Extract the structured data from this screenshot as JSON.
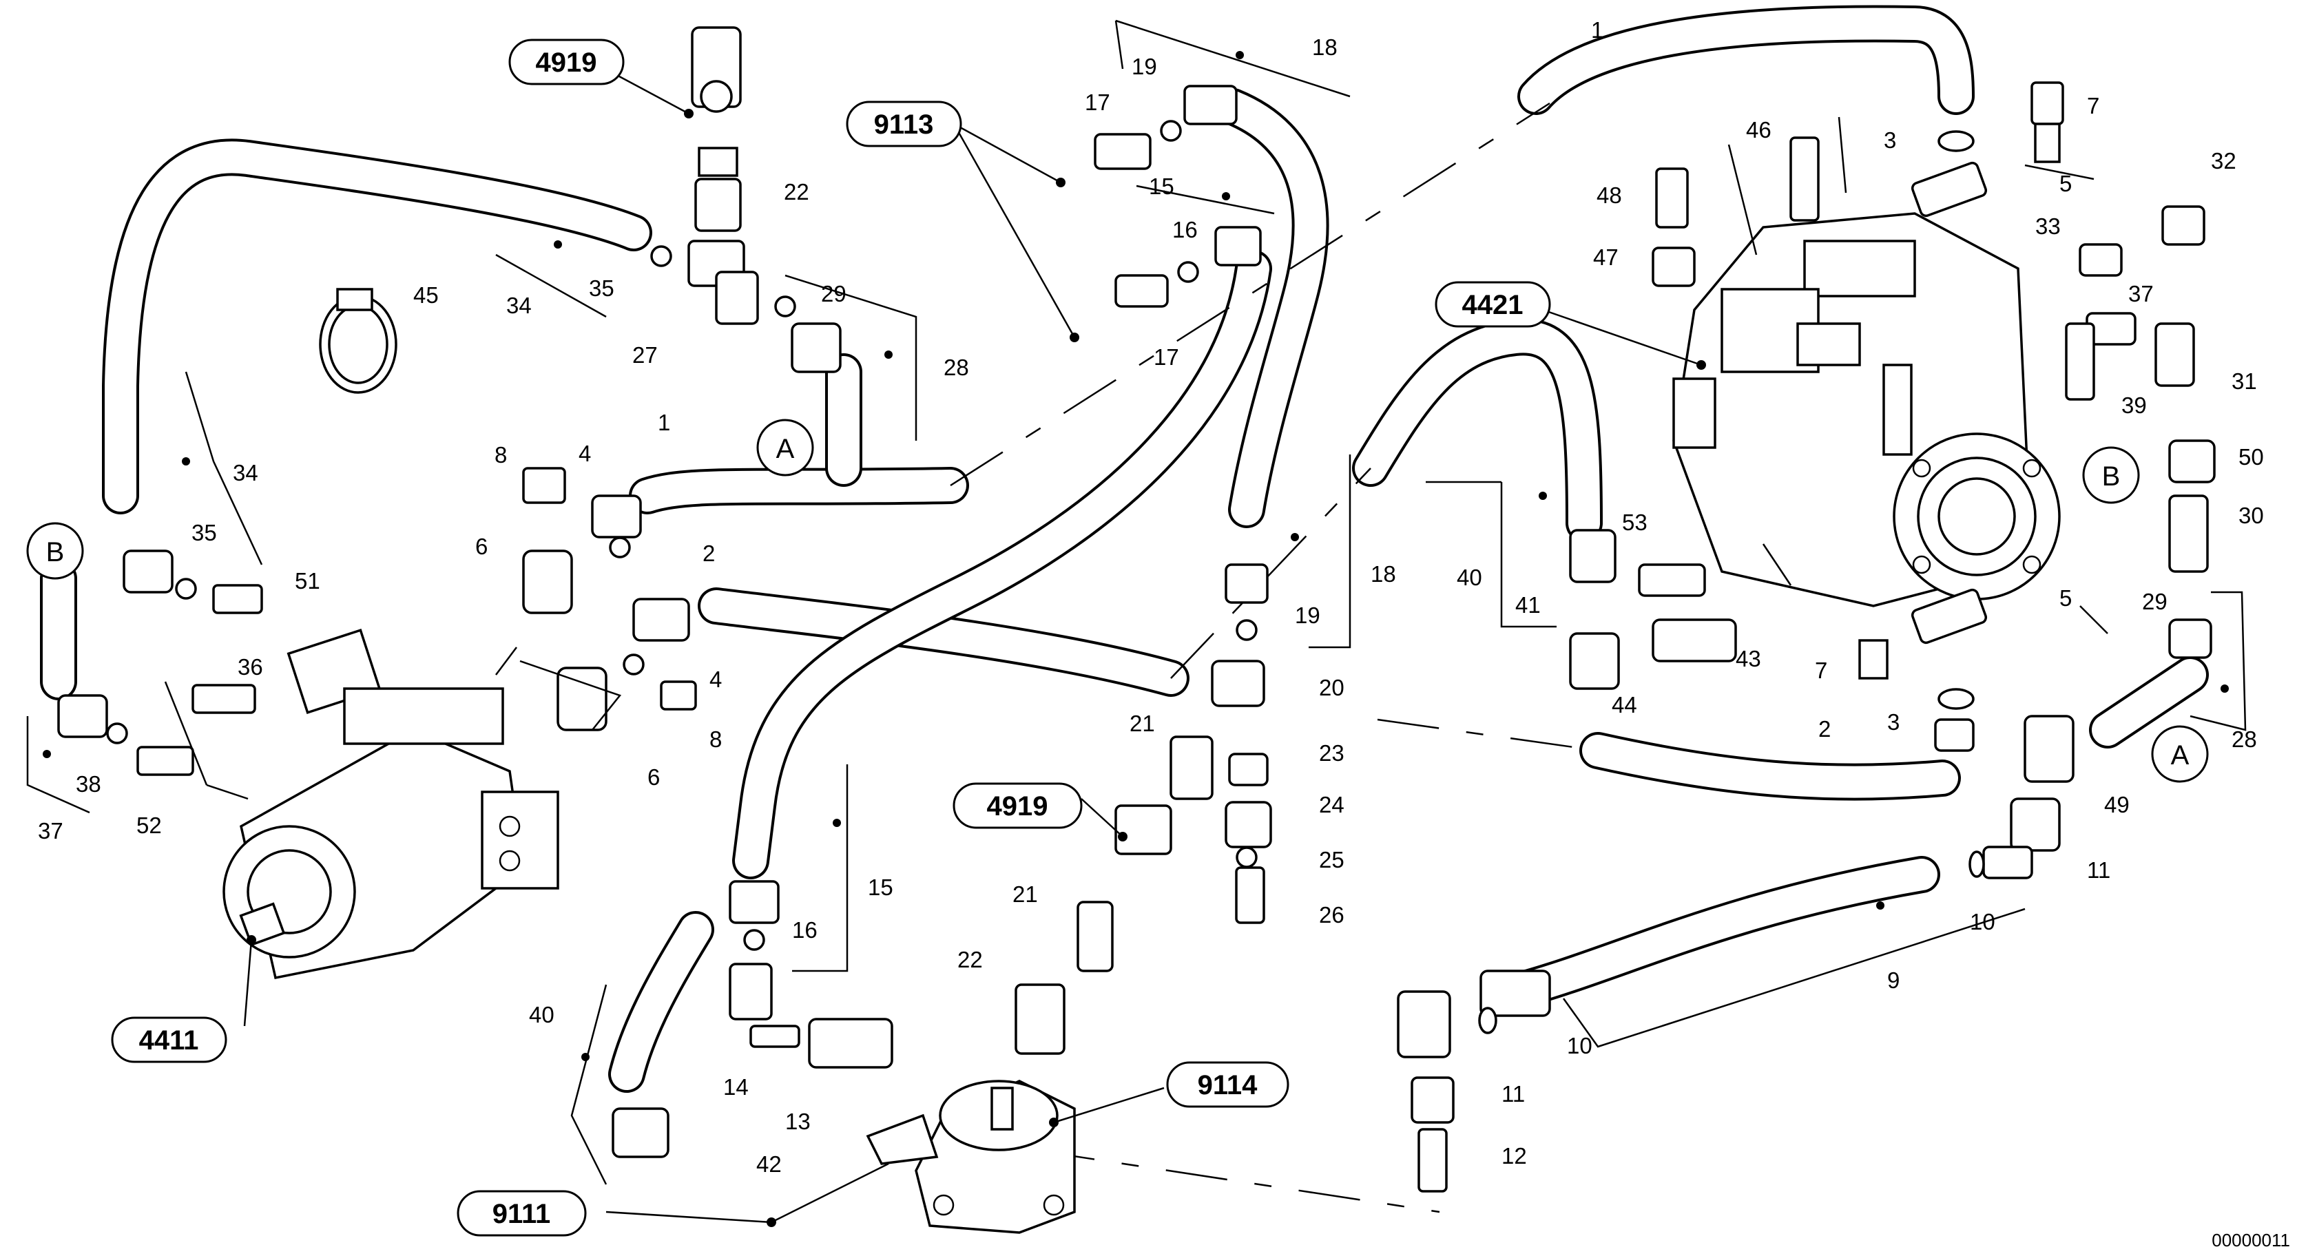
{
  "drawing_number": "00000011",
  "reference_labels": {
    "top_tee": "4919",
    "pump_block": "9113",
    "axial_pump": "4421",
    "motor": "4411",
    "filter_bottom": "9111",
    "filter_valve": "9114",
    "center_tee": "4919"
  },
  "callouts": {
    "A1": "A",
    "A2": "A",
    "B1": "B",
    "B2": "B"
  },
  "item_numbers": {
    "n1a": "1",
    "n1b": "1",
    "n2a": "2",
    "n2b": "2",
    "n3a": "3",
    "n3b": "3",
    "n4a": "4",
    "n4b": "4",
    "n5a": "5",
    "n5b": "5",
    "n6a": "6",
    "n6b": "6",
    "n7a": "7",
    "n7b": "7",
    "n8a": "8",
    "n8b": "8",
    "n9": "9",
    "n10a": "10",
    "n10b": "10",
    "n11a": "11",
    "n11b": "11",
    "n12": "12",
    "n13": "13",
    "n14": "14",
    "n15a": "15",
    "n15b": "15",
    "n16a": "16",
    "n16b": "16",
    "n17a": "17",
    "n17b": "17",
    "n18a": "18",
    "n18b": "18",
    "n19a": "19",
    "n19b": "19",
    "n20": "20",
    "n21a": "21",
    "n21b": "21",
    "n22a": "22",
    "n22b": "22",
    "n23": "23",
    "n24": "24",
    "n25": "25",
    "n26": "26",
    "n27": "27",
    "n28a": "28",
    "n28b": "28",
    "n29a": "29",
    "n29b": "29",
    "n30": "30",
    "n31": "31",
    "n32": "32",
    "n33": "33",
    "n34a": "34",
    "n34b": "34",
    "n35a": "35",
    "n35b": "35",
    "n36": "36",
    "n37a": "37",
    "n37b": "37",
    "n38": "38",
    "n39": "39",
    "n40a": "40",
    "n40b": "40",
    "n41": "41",
    "n42": "42",
    "n43": "43",
    "n44": "44",
    "n45": "45",
    "n46": "46",
    "n47": "47",
    "n48": "48",
    "n49": "49",
    "n50": "50",
    "n51": "51",
    "n52": "52",
    "n53": "53"
  }
}
